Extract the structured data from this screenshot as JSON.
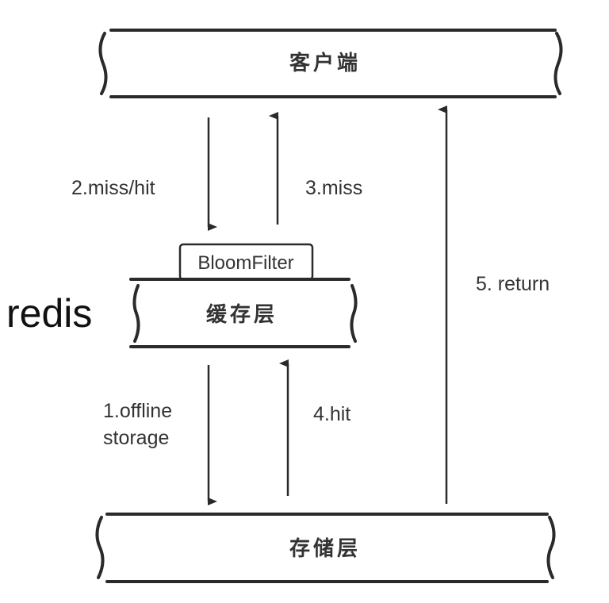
{
  "nodes": {
    "client": "客户端",
    "cache": "缓存层",
    "storage": "存储层",
    "bloom_filter": "BloomFilter",
    "redis_label": "redis"
  },
  "edges": {
    "miss_hit": "2.miss/hit",
    "miss": "3.miss",
    "offline_line1": "1.offline",
    "offline_line2": "storage",
    "hit": "4.hit",
    "return": "5. return"
  }
}
